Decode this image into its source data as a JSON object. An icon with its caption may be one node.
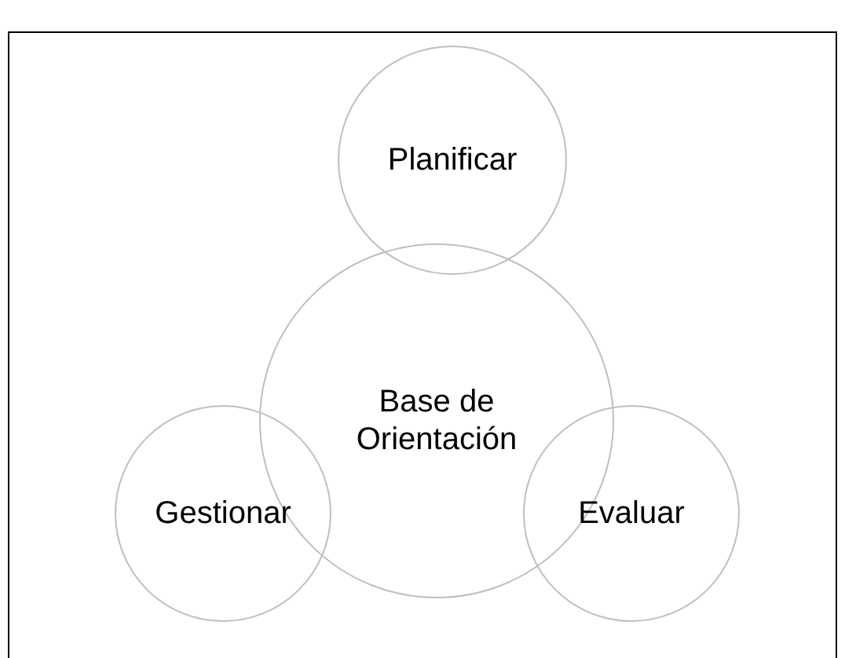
{
  "diagram": {
    "nodes": [
      {
        "text": [
          "Planificar"
        ]
      },
      {
        "text": [
          "Base de Orientación"
        ]
      },
      {
        "text": [
          "Gestionar"
        ]
      },
      {
        "text": [
          "Evaluar"
        ]
      }
    ]
  }
}
